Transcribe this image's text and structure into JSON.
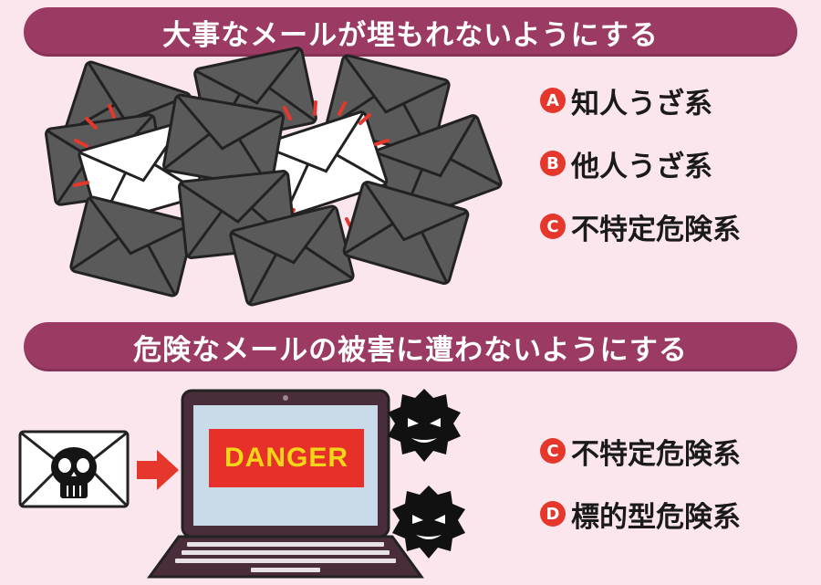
{
  "section1": {
    "title": "大事なメールが埋もれないようにする",
    "items": [
      {
        "badge": "A",
        "label": "知人うざ系"
      },
      {
        "badge": "B",
        "label": "他人うざ系"
      },
      {
        "badge": "C",
        "label": "不特定危険系"
      }
    ]
  },
  "section2": {
    "title": "危険なメールの被害に遭わないようにする",
    "screen_text": "DANGER",
    "items": [
      {
        "badge": "C",
        "label": "不特定危険系"
      },
      {
        "badge": "D",
        "label": "標的型危険系"
      }
    ]
  },
  "colors": {
    "banner": "#9b3a63",
    "background": "#fbe6ee",
    "badge": "#e5372c",
    "envelope_dark": "#5a5a5a",
    "danger_red": "#e8302a",
    "danger_text": "#f4d619"
  }
}
